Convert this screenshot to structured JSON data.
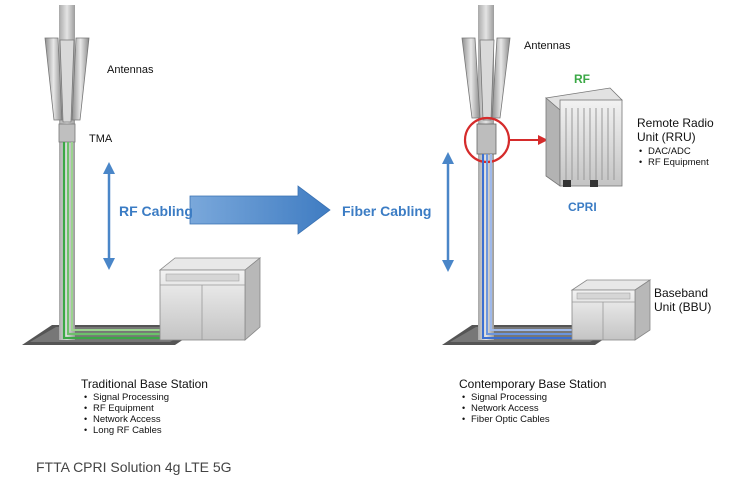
{
  "left": {
    "antennas_label": "Antennas",
    "tma_label": "TMA",
    "cabling_label": "RF Cabling",
    "station_title": "Traditional Base Station",
    "station_items": [
      "Signal Processing",
      "RF Equipment",
      "Network Access",
      "Long RF Cables"
    ]
  },
  "right": {
    "antennas_label": "Antennas",
    "rf_label": "RF",
    "rru_title_line1": "Remote Radio",
    "rru_title_line2": "Unit (RRU)",
    "rru_items": [
      "DAC/ADC",
      "RF Equipment"
    ],
    "cpri_label": "CPRI",
    "cabling_label": "Fiber  Cabling",
    "bbu_line1": "Baseband",
    "bbu_line2": "Unit (BBU)",
    "station_title": "Contemporary Base Station",
    "station_items": [
      "Signal Processing",
      "Network Access",
      "Fiber Optic Cables"
    ]
  },
  "caption": "FTTA CPRI Solution 4g LTE 5G",
  "colors": {
    "arrow_blue": "#4a86c8",
    "rf_green": "#3aa845",
    "fiber_blue": "#3b6fd1",
    "highlight_red": "#d52b2b",
    "pole_gray": "#c9c9c9"
  }
}
